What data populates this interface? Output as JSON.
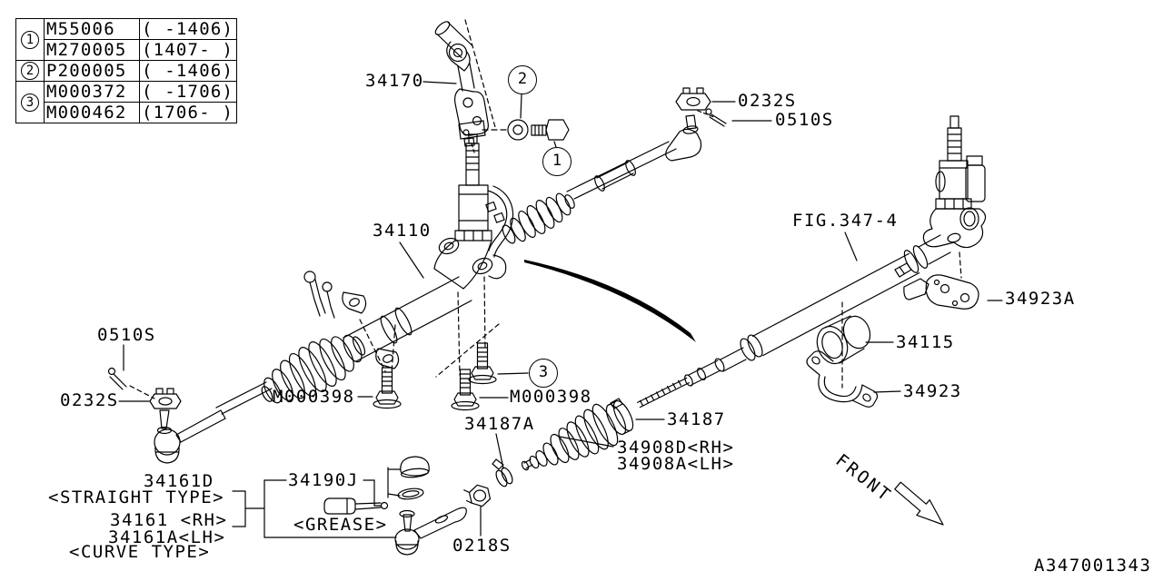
{
  "doc": {
    "code": "A347001343"
  },
  "figure": {
    "ref_label": "FIG.347-4",
    "front_label": "FRONT"
  },
  "ref_table": {
    "groups": [
      {
        "marker": "1",
        "rows": [
          [
            "M55006",
            "( -1406)"
          ],
          [
            "M270005",
            "(1407- )"
          ]
        ]
      },
      {
        "marker": "2",
        "rows": [
          [
            "P200005",
            "( -1406)"
          ]
        ]
      },
      {
        "marker": "3",
        "rows": [
          [
            "M000372",
            "( -1706)"
          ],
          [
            "M000462",
            "(1706- )"
          ]
        ]
      }
    ]
  },
  "callouts": {
    "c1": "1",
    "c2": "2",
    "c3": "3"
  },
  "labels": {
    "l34170": "34170",
    "l0232s_tr": "0232S",
    "l0510s_tr": "0510S",
    "fig_ref": "FIG.347-4",
    "l34110": "34110",
    "l34923a": "34923A",
    "l34115": "34115",
    "l34923": "34923",
    "l0510s_l": "0510S",
    "l0232s_l": "0232S",
    "m000398_l": "M000398",
    "m000398_r": "M000398",
    "l34187a": "34187A",
    "l34187": "34187",
    "l34908d": "34908D<RH>",
    "l34908a": "34908A<LH>",
    "l34161d": "34161D",
    "straight_type": "<STRAIGHT TYPE>",
    "l34161": "34161 <RH>",
    "l34161a": "34161A<LH>",
    "curve_type": "<CURVE TYPE>",
    "l34190j": "34190J",
    "grease": "<GREASE>",
    "l0218s": "0218S",
    "front": "FRONT",
    "doc_code": "A347001343"
  }
}
